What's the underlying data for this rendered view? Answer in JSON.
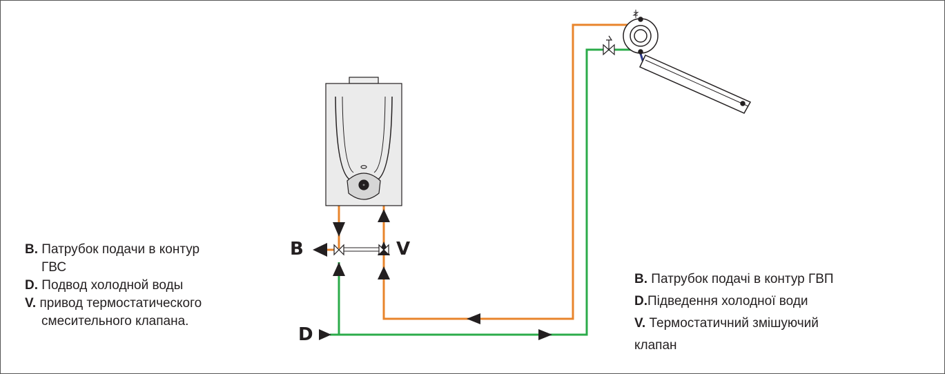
{
  "colors": {
    "hot_pipe": "#e8842b",
    "cold_pipe": "#2bab4a",
    "collector_pipe": "#2e3a8c",
    "outline": "#231f20",
    "frame": "#555555"
  },
  "port_labels": {
    "b": "B",
    "v": "V",
    "d": "D"
  },
  "legend_ru": {
    "b_key": "B.",
    "b_text_line1": "Патрубок подачи в контур",
    "b_text_line2": "ГВС",
    "d_key": "D.",
    "d_text": "Подвод холодной воды",
    "v_key": "V.",
    "v_text_line1": "привод термостатического",
    "v_text_line2": "смесительного клапана."
  },
  "legend_ua": {
    "b_key": "B.",
    "b_text": "Патрубок подачі в контур ГВП",
    "d_key": "D.",
    "d_text": "Підведення холодної води",
    "v_key": "V.",
    "v_text_line1": "Термостатичний змішуючий",
    "v_text_line2": "клапан"
  },
  "icons": [
    "water-heater-icon",
    "solar-collector-icon",
    "storage-tank-icon",
    "three-way-valve-icon",
    "check-valve-icon",
    "flow-arrow-icon"
  ]
}
